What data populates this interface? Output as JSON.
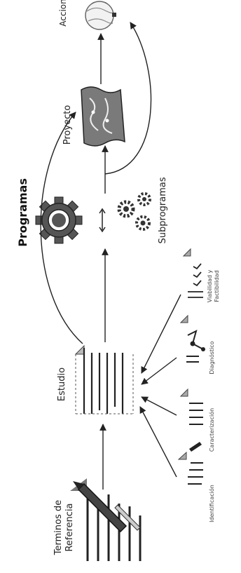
{
  "stages": {
    "terminos": "Terminos de Referencia",
    "terminos_line1": "Terminos de",
    "terminos_line2": "Referencia",
    "estudio": "Estudio",
    "programas": "Programas",
    "subprogramas": "Subprogramas",
    "proyecto": "Proyecto",
    "accion": "Accion"
  },
  "substudies": {
    "identificacion": "Identificación",
    "caracterizacion": "Caracterización",
    "diagnostico": "Diagnóstico",
    "viabilidad_line1": "Viabilidad y",
    "viabilidad_line2": "Factibilidad"
  }
}
